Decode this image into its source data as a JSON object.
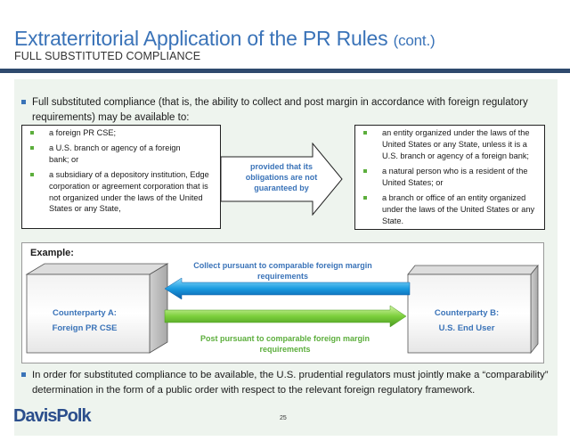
{
  "header": {
    "title": "Extraterritorial Application of the PR Rules",
    "title_suffix": "(cont.)",
    "subtitle": "FULL SUBSTITUTED COMPLIANCE"
  },
  "intro_bullet": "Full substituted compliance (that is, the ability to collect and post margin in accordance with foreign regulatory requirements) may be available to:",
  "left_box": {
    "items": [
      "a foreign PR CSE;",
      "a U.S. branch or agency of a foreign bank; or",
      "a subsidiary of a depository institution, Edge corporation or agreement corporation that is not organized under the laws of the United States or any State,"
    ]
  },
  "arrow_text": "provided that its obligations are not guaranteed by",
  "right_box": {
    "items": [
      "an entity organized under the laws of the United States or any State, unless it is a U.S. branch or agency of a foreign bank;",
      "a natural person who is a resident of the United States; or",
      "a branch or office of an entity organized under the laws of the United States or any State."
    ]
  },
  "example": {
    "label": "Example:",
    "collect_text": "Collect pursuant to comparable foreign margin requirements",
    "post_text": "Post pursuant to comparable foreign margin requirements",
    "counterparty_a": {
      "line1": "Counterparty A:",
      "line2": "Foreign PR CSE"
    },
    "counterparty_b": {
      "line1": "Counterparty B:",
      "line2": "U.S. End User"
    }
  },
  "closing_bullet": "In order for substituted compliance to be available, the U.S. prudential regulators must jointly make a “comparability” determination in the form of a public order with respect to the relevant foreign regulatory framework.",
  "footer": {
    "logo": "DavisPolk",
    "page_number": "25"
  },
  "colors": {
    "accent_blue": "#3a73b8",
    "accent_green": "#5cae3c",
    "rule_navy": "#2f4a6e",
    "panel_bg": "#eef4ee"
  }
}
